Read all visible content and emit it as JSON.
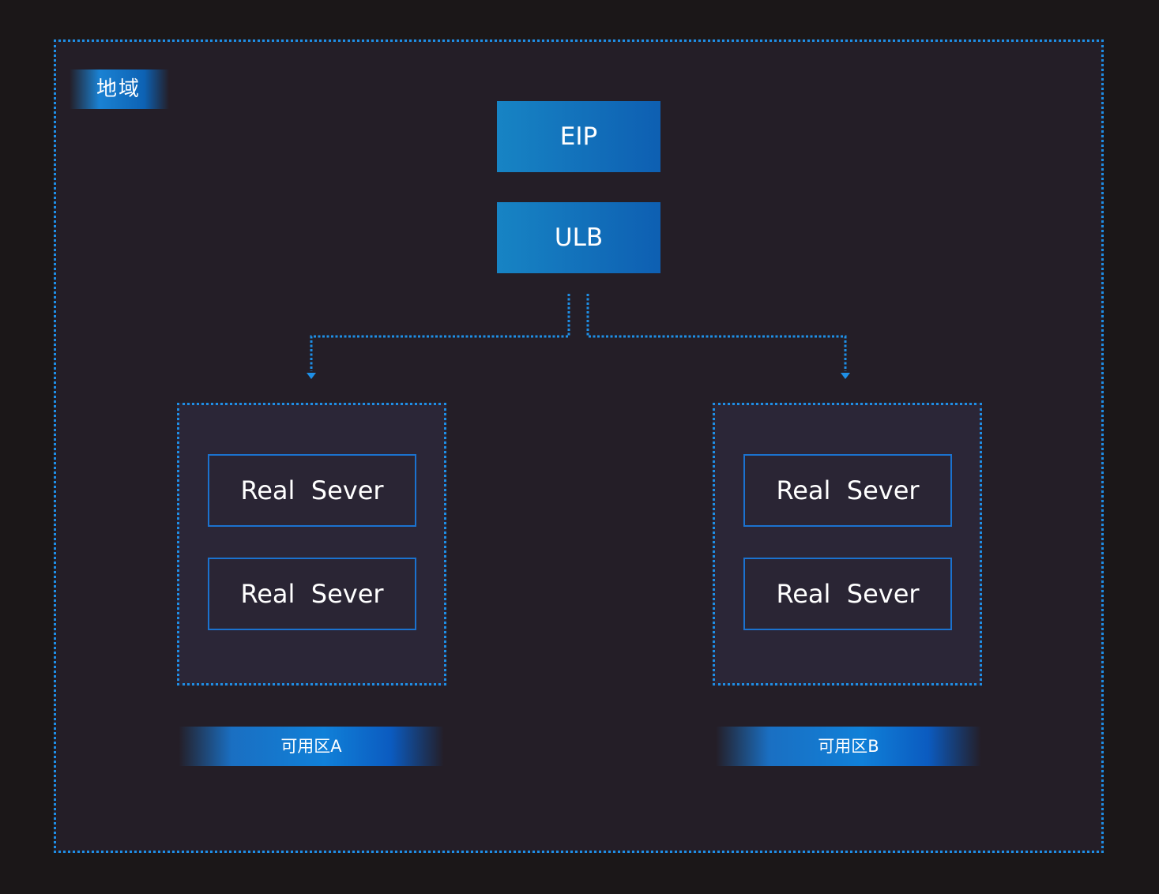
{
  "region": {
    "label": "地域"
  },
  "nodes": {
    "eip": "EIP",
    "ulb": "ULB"
  },
  "zones": [
    {
      "label": "可用区A",
      "servers": [
        "Real  Sever",
        "Real  Sever"
      ]
    },
    {
      "label": "可用区B",
      "servers": [
        "Real  Sever",
        "Real  Sever"
      ]
    }
  ],
  "colors": {
    "background": "#1b1718",
    "region_fill": "#241e27",
    "zone_fill": "#2b2637",
    "accent_dotted": "#1e8fe6",
    "node_blue": "#0e5fb2",
    "server_border": "#1b72cf",
    "text": "#ffffff"
  },
  "icons": {
    "arrow": "arrow-down-icon"
  }
}
